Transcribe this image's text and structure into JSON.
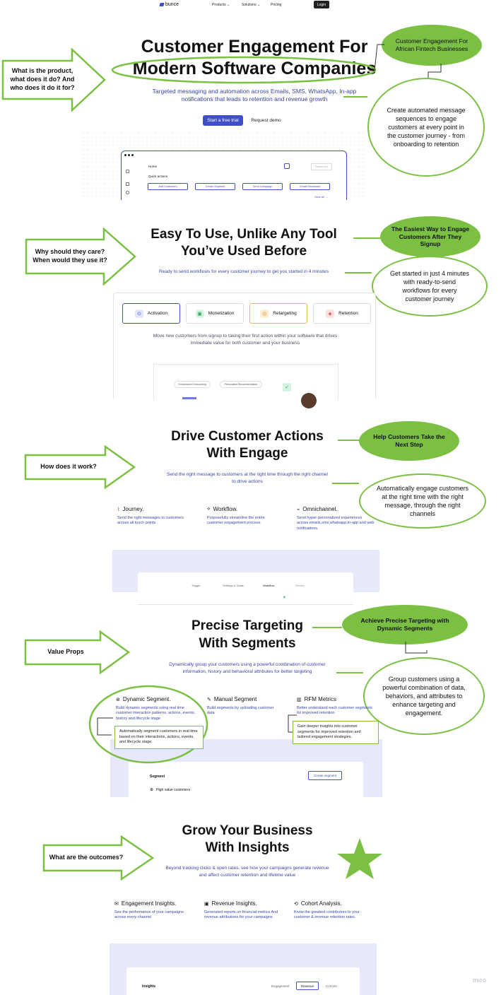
{
  "nav": {
    "logo": "bunce",
    "items": [
      "Products ⌄",
      "Solutions ⌄",
      "Pricing"
    ],
    "login": "Login"
  },
  "s1": {
    "title1": "Customer Engagement For",
    "title2": "Modern Software Companies",
    "subtitle1": "Targeted messaging and automation across Emails, SMS, WhatsApp, In-app",
    "subtitle2": "notifications that leads to retention and revenue growth",
    "cta_primary": "Start a free trial",
    "cta_secondary": "Request demo",
    "arrow_label": "What is the product, what does it do? And who does it do it for?",
    "green_bubble": "Customer Engagement For African Fintech Businesses",
    "outline_bubble": "Create automated message sequences to engage customers at every point in the customer journey - from onboarding to retention",
    "dash": {
      "home": "Home",
      "quick_actions": "Quick actions",
      "actions": [
        "Add Customers",
        "Create Segment",
        "Send Campaign",
        "Create Broadcast"
      ],
      "view_all": "View all →",
      "search": "Search text"
    }
  },
  "s2": {
    "title1": "Easy To Use, Unlike Any Tool",
    "title2": "You’ve Used Before",
    "subtitle": "Ready to send workflows for every customer journey to get you started in 4 minutes",
    "arrow_label": "Why should they care? When would they use it?",
    "green_bubble": "The Easiest Way to Engage Customers After They  Signup",
    "outline_bubble": "Get started in just 4 minutes with ready-to-send workflows for every customer journey",
    "tabs": [
      "Activation",
      "Monetization",
      "Retargeting",
      "Retention"
    ],
    "desc1": "Move new customers from signup to taking their first action within your software that drives",
    "desc2": "immediate value for both customer and your business",
    "chips": [
      "Omnichannel Onboarding",
      "Personalise Recommendation"
    ]
  },
  "s3": {
    "title1": "Drive Customer Actions",
    "title2": "With Engage",
    "subtitle1": "Send the right message to customers at the right time through the right channel",
    "subtitle2": "to drive actions",
    "arrow_label": "How does it work?",
    "green_bubble": "Help Customers Take the Next Step",
    "outline_bubble": "Automatically engage customers at the right time with the right message, through the right channels",
    "features": [
      {
        "title": "Journey.",
        "desc": "Send the right messages to customers across all touch points"
      },
      {
        "title": "Workflow.",
        "desc": "Purposefully streamline the entire customer engagement process"
      },
      {
        "title": "Omnichannel.",
        "desc": "Send hyper-personalized experiences across emails,sms,whatsapp,in-app and web notifications."
      }
    ],
    "steps": [
      "Trigger",
      "Settings & Goals",
      "Workflow",
      "Review"
    ]
  },
  "s4": {
    "title1": "Precise Targeting",
    "title2": "With Segments",
    "subtitle1": "Dynamically group your customers using a powerful combination of customer",
    "subtitle2": "information, history and behavioral attributes for better targeting",
    "arrow_label": "Value Props",
    "green_bubble": "Achieve Precise Targeting with Dynamic Segments",
    "outline_bubble": "Group customers using a powerful combination of data, behaviors, and attributes to enhance targeting and engagement.",
    "features": [
      {
        "title": "Dynamic Segment.",
        "desc": "Build dynamic segments using real time customer interaction patterns, actions, events, history and lifecycle stage"
      },
      {
        "title": "Manual Segment",
        "desc": "Build segments by uploading customer data"
      },
      {
        "title": "RFM Metrics",
        "desc": "Better understand each customer segments for improved retention"
      }
    ],
    "note1": "Automatically segment customers in real time based on their interactions, actions, events, and lifecycle stage.",
    "note2": "Gain deeper insights into customer segments for improved retention and tailored engagement strategies.",
    "panel_title": "Segment",
    "panel_button": "Create segment",
    "panel_row": "High value customers"
  },
  "s5": {
    "title1": "Grow Your Business",
    "title2": "With Insights",
    "subtitle1": "Beyond tracking clicks & open rates, see how your campaigns generate revenue",
    "subtitle2": "and affect customer retention and lifetime value",
    "arrow_label": "What are the outcomes?",
    "features": [
      {
        "title": "Engagement Insights.",
        "desc": "See the performance of your campaigns across every channel"
      },
      {
        "title": "Revenue Insights.",
        "desc": "Generated reports on financial metrics And revenue attributions for your campaigns"
      },
      {
        "title": "Cohort Analysis.",
        "desc": "Know the greatest contributors to your customer & revenue retention rates."
      }
    ],
    "panel_title": "Insights",
    "panel_tabs": [
      "Engagement",
      "Revenue",
      "Cohorts"
    ]
  },
  "watermark": "miro",
  "colors": {
    "brand": "#3f4fc7",
    "green": "#7bc043",
    "panel": "#e7e9fb"
  }
}
